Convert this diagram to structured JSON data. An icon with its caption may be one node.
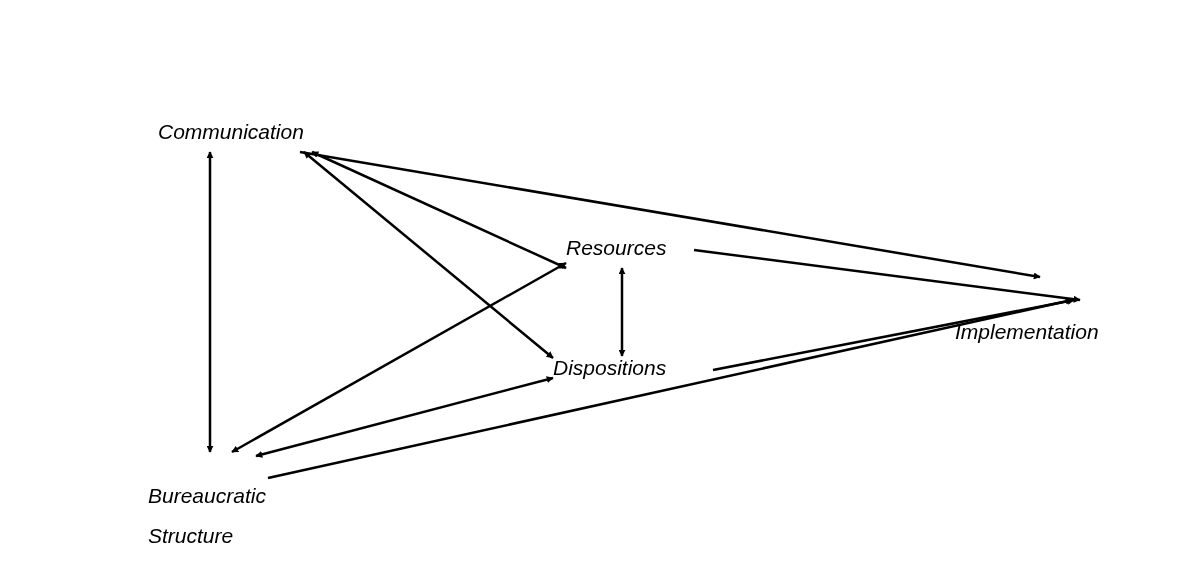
{
  "diagram": {
    "nodes": [
      {
        "text": [
          "Communication"
        ]
      },
      {
        "text": [
          "Resources"
        ]
      },
      {
        "text": [
          "Dispositions"
        ]
      },
      {
        "text": [
          "Implementation"
        ]
      },
      {
        "text": [
          "Bureaucratic Structure"
        ]
      }
    ],
    "edges": [
      {
        "from": 0,
        "to": 3,
        "arrow": "to"
      },
      {
        "from": 0,
        "to": 4,
        "arrow": "both"
      },
      {
        "from": 0,
        "to": 1,
        "arrow": "both"
      },
      {
        "from": 0,
        "to": 2,
        "arrow": "both"
      },
      {
        "from": 4,
        "to": 1,
        "arrow": "both"
      },
      {
        "from": 4,
        "to": 2,
        "arrow": "both"
      },
      {
        "from": 4,
        "to": 3,
        "arrow": "to"
      },
      {
        "from": 1,
        "to": 2,
        "arrow": "both"
      },
      {
        "from": 1,
        "to": 3,
        "arrow": "to"
      },
      {
        "from": 2,
        "to": 3,
        "arrow": "to"
      }
    ]
  }
}
